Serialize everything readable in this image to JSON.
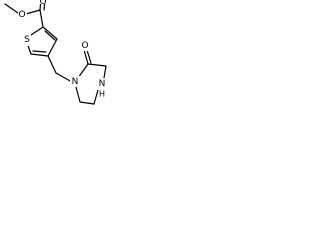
{
  "molecule": {
    "atoms": {
      "ester_o_single": "O",
      "ester_o_double": "O",
      "thiophene_s": "S",
      "lactam_o": "O",
      "piperazine_n1": "N",
      "piperazine_nh_n": "N",
      "piperazine_nh_h": "H"
    },
    "colors": {
      "bond": "#000000",
      "label": "#000000",
      "background": "#ffffff"
    }
  }
}
